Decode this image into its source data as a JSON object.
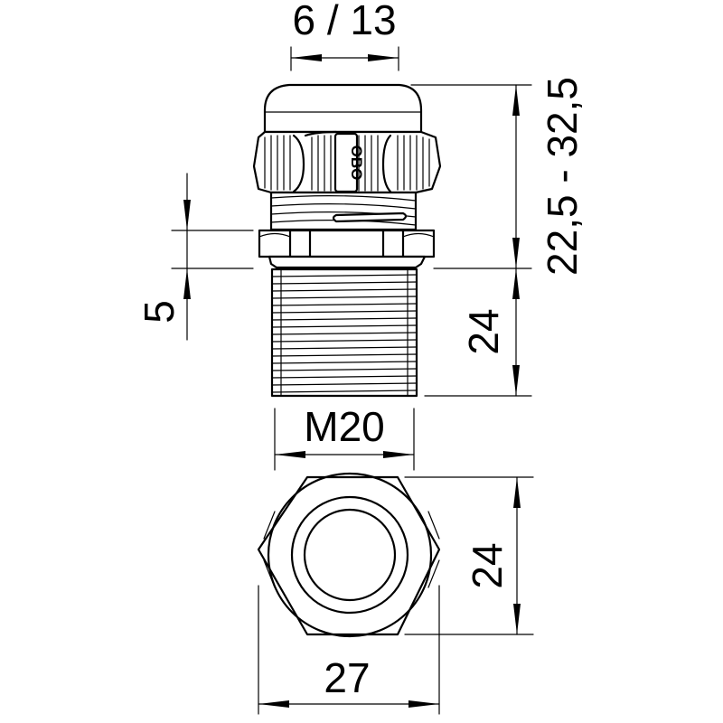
{
  "dimensions": {
    "cable_range": "6 / 13",
    "overall_height": "22,5 - 32,5",
    "locknut_height": "5",
    "thread_length": "24",
    "thread_size": "M20",
    "across_flats": "24",
    "across_corners": "27"
  },
  "brand_logo": "OBO",
  "colors": {
    "line": "#000000",
    "background": "#ffffff"
  }
}
